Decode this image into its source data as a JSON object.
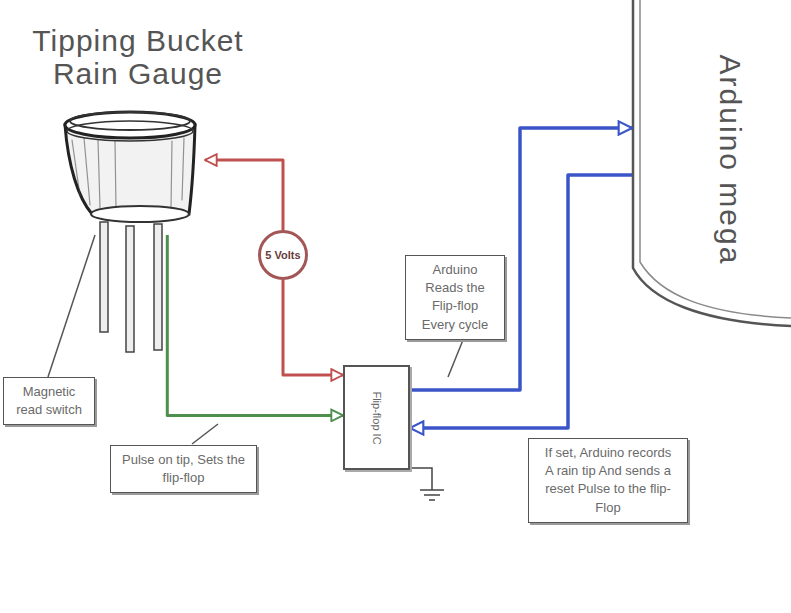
{
  "diagram": {
    "nodes": [
      {
        "text": [
          "Tipping Bucket Rain Gauge"
        ]
      },
      {
        "text": [
          "5 Volts"
        ]
      },
      {
        "text": [
          "Flip-flop IC"
        ]
      },
      {
        "text": [
          "Arduino mega"
        ]
      },
      {
        "text": [
          "Magnetic read switch"
        ]
      },
      {
        "text": [
          "Pulse on tip, Sets the flip-flop"
        ]
      },
      {
        "text": [
          "Arduino Reads the Flip-flop Every cycle"
        ]
      },
      {
        "text": [
          "If set, Arduino records A rain tip And sends a reset Pulse to the flip-Flop"
        ]
      }
    ],
    "edges": [
      {
        "from": 1,
        "to": 0,
        "arrow": "to"
      },
      {
        "from": 1,
        "to": 2,
        "arrow": "to"
      },
      {
        "from": 0,
        "to": 2,
        "arrow": "to"
      },
      {
        "from": 2,
        "to": 3,
        "arrow": "to"
      },
      {
        "from": 3,
        "to": 2,
        "arrow": "to"
      },
      {
        "from": 4,
        "to": 0,
        "arrow": "none"
      }
    ]
  }
}
